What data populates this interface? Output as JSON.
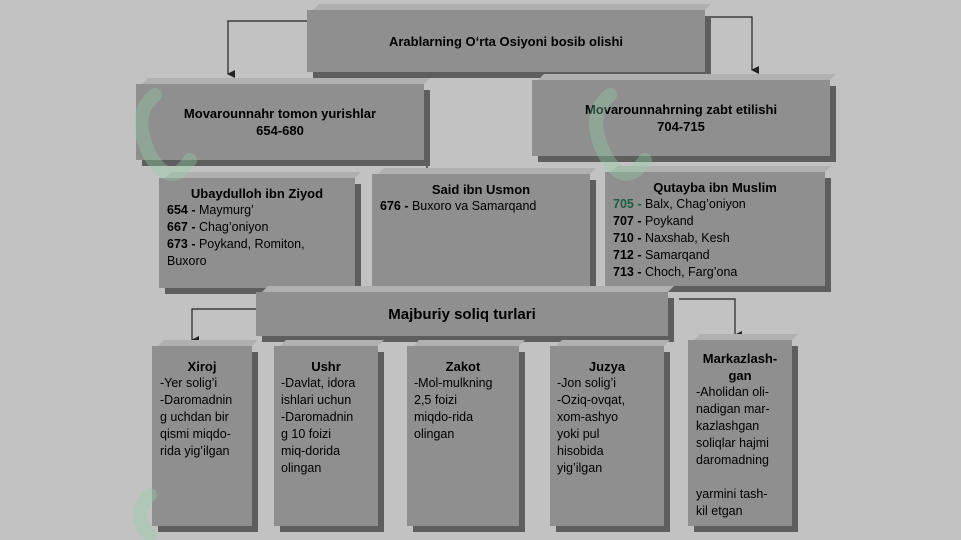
{
  "top": {
    "title": "Arablarning O‘rta Osiyoni bosib olishi"
  },
  "left_header": {
    "title": "Movarounnahr tomon yurishlar",
    "years": "654-680"
  },
  "right_header": {
    "title": "Movaroun­nahrning zabt etilishi",
    "years": "704-715"
  },
  "campaigns": [
    {
      "title": "Ubaydulloh ibn Ziyod",
      "events": [
        {
          "year": "654",
          "sep": " - ",
          "text": "Maymurg’"
        },
        {
          "year": "667",
          "sep": " - ",
          "text": "Chag’oniyon"
        },
        {
          "year": "673",
          "sep": " - ",
          "text": "Poykand, Romiton,"
        },
        {
          "year": "",
          "sep": "",
          "text": "Buxoro"
        }
      ]
    },
    {
      "title": "Said  ibn Usmon",
      "events": [
        {
          "year": "676",
          "sep": " - ",
          "text": "Buxoro va Samarqand"
        }
      ]
    },
    {
      "title": "Qutayba ibn Muslim",
      "events": [
        {
          "year": "705",
          "sep": " - ",
          "text": "Balx, Chag’oniyon"
        },
        {
          "year": "707",
          "sep": " - ",
          "text": "Poykand"
        },
        {
          "year": "710",
          "sep": " - ",
          "text": "Naxshab, Kesh"
        },
        {
          "year": "712",
          "sep": " - ",
          "text": "Samarqand"
        },
        {
          "year": "713",
          "sep": " - ",
          "text": "Choch, Farg’ona"
        }
      ]
    }
  ],
  "taxes_header": {
    "title": "Majburiy soliq turlari"
  },
  "taxes": [
    {
      "title": "Xiroj",
      "lines": [
        "-Yer solig’i",
        "-Daromadnin",
        "g uchdan bir",
        "qismi  miqdo-",
        "rida yig’ilgan"
      ]
    },
    {
      "title": "Ushr",
      "lines": [
        "-Davlat, idora",
        "ishlari uchun",
        "-Daromadnin",
        "g 10 foizi",
        "miq-dorida",
        "olingan"
      ]
    },
    {
      "title": "Zakot",
      "lines": [
        "-Mol-mulkning",
        "2,5 foizi",
        "miqdo-rida",
        "olingan"
      ]
    },
    {
      "title": "Juzya",
      "lines": [
        "-Jon solig’i",
        "-Oziq-ovqat,",
        "xom-ashyo",
        "yoki pul",
        "hisobida",
        "yig’ilgan"
      ]
    },
    {
      "title_lines": [
        "Markazlash-",
        "gan"
      ],
      "lines": [
        "-Aholidan oli-",
        "nadigan mar-",
        "kazlashgan",
        "soliqlar hajmi",
        "daromadning",
        "",
        "yarmini tash-",
        "kil etgan"
      ]
    }
  ],
  "colors": {
    "box": "#8f8f8f",
    "background": "#c2c2c2",
    "green_accent": "#1f5b3f",
    "watermark": "#8fd3a6"
  },
  "icons": {
    "arrow": "arrow-down-icon"
  }
}
